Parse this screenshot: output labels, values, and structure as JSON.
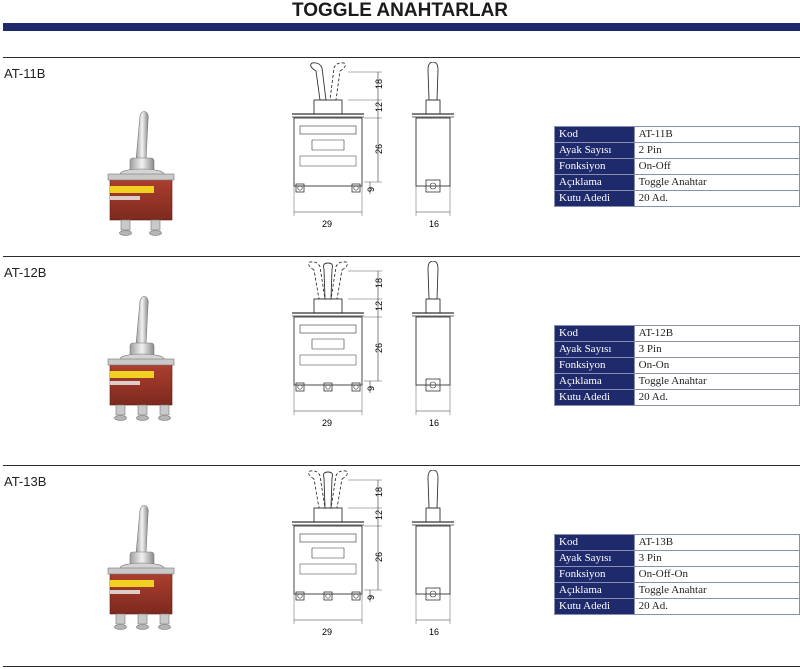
{
  "page": {
    "title": "TOGGLE ANAHTARLAR"
  },
  "colors": {
    "accent": "#1f2a6d",
    "switch_body": "#9a3426",
    "metal": "#c9c9c9"
  },
  "drawing": {
    "dims": {
      "lever": "18",
      "bushing": "12",
      "body": "26",
      "pin": "9",
      "width": "29",
      "depth": "16"
    }
  },
  "spec_labels": [
    "Kod",
    "Ayak Sayısı",
    "Fonksiyon",
    "Açıklama",
    "Kutu Adedi"
  ],
  "products": [
    {
      "label": "AT-11B",
      "values": [
        "AT-11B",
        "2 Pin",
        "On-Off",
        "Toggle Anahtar",
        "20 Ad."
      ]
    },
    {
      "label": "AT-12B",
      "values": [
        "AT-12B",
        "3 Pin",
        "On-On",
        "Toggle Anahtar",
        "20 Ad."
      ]
    },
    {
      "label": "AT-13B",
      "values": [
        "AT-13B",
        "3 Pin",
        "On-Off-On",
        "Toggle Anahtar",
        "20 Ad."
      ]
    }
  ]
}
